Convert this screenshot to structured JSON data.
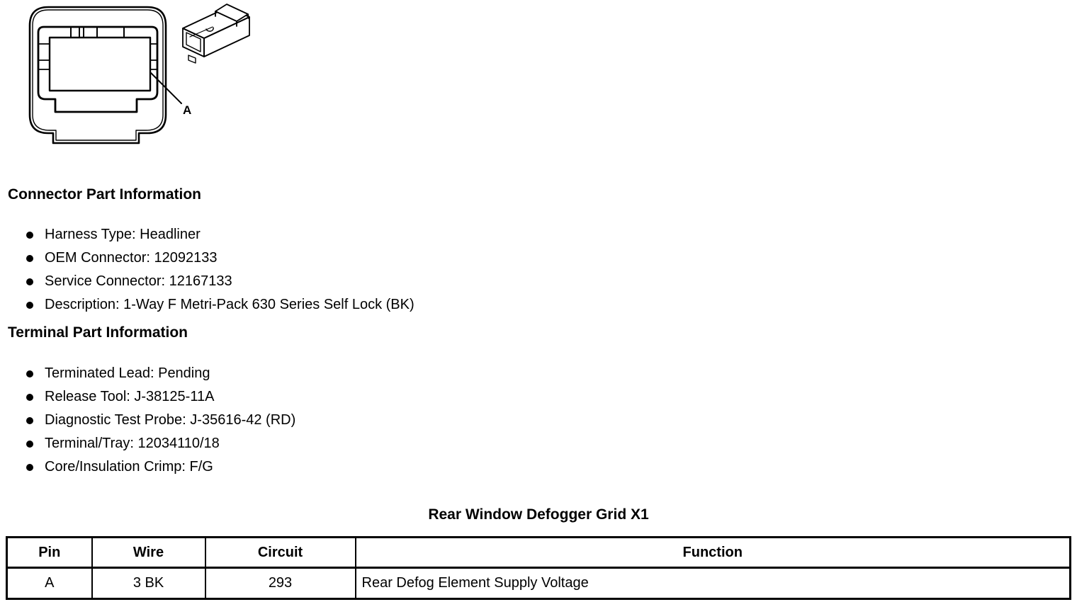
{
  "figure": {
    "callout_label": "A"
  },
  "sections": [
    {
      "heading": "Connector Part Information",
      "items": [
        "Harness Type: Headliner",
        "OEM Connector: 12092133",
        "Service Connector: 12167133",
        "Description: 1-Way F Metri-Pack 630 Series Self Lock (BK)"
      ]
    },
    {
      "heading": "Terminal Part Information",
      "items": [
        "Terminated Lead: Pending",
        "Release Tool: J-38125-11A",
        "Diagnostic Test Probe: J-35616-42 (RD)",
        "Terminal/Tray: 12034110/18",
        "Core/Insulation Crimp: F/G"
      ]
    }
  ],
  "table": {
    "title": "Rear Window Defogger Grid X1",
    "headers": [
      "Pin",
      "Wire",
      "Circuit",
      "Function"
    ],
    "rows": [
      [
        "A",
        "3 BK",
        "293",
        "Rear Defog Element Supply Voltage"
      ]
    ]
  },
  "colors": {
    "text": "#000000",
    "background": "#ffffff"
  }
}
